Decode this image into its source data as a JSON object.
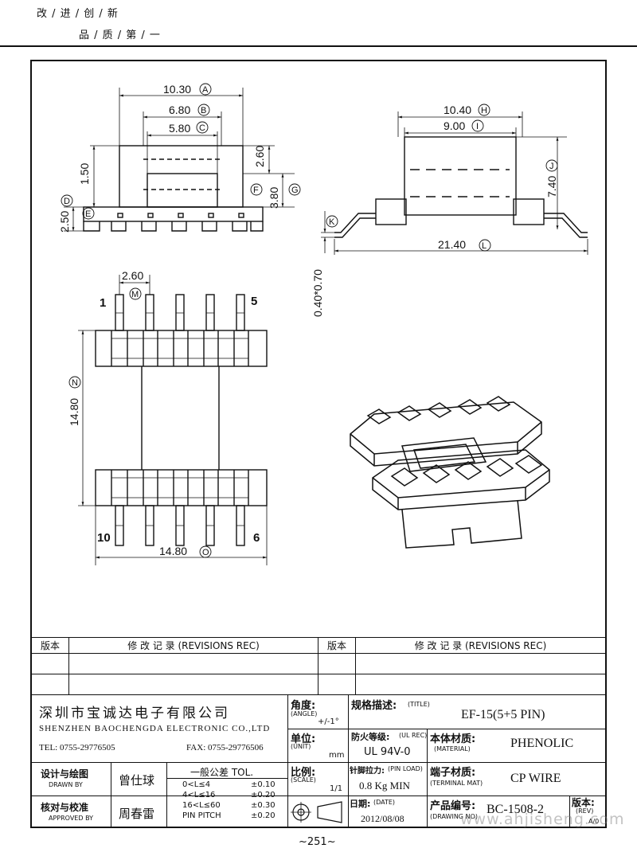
{
  "header": {
    "slogan_line1": "改 / 进 / 创 / 新",
    "slogan_line2": "品 / 质 / 第 / 一"
  },
  "dims": {
    "A": "10.30",
    "B": "6.80",
    "C": "5.80",
    "D": "1.50",
    "E": "2.50",
    "F": "2.60",
    "G": "3.80",
    "H": "10.40",
    "I": "9.00",
    "J": "7.40",
    "K": "0.40*0.70",
    "L": "21.40",
    "M": "2.60",
    "N": "14.80",
    "O": "14.80"
  },
  "dim_letters": {
    "A": "A",
    "B": "B",
    "C": "C",
    "D": "D",
    "E": "E",
    "F": "F",
    "G": "G",
    "H": "H",
    "I": "I",
    "J": "J",
    "K": "K",
    "L": "L",
    "M": "M",
    "N": "N",
    "O": "O"
  },
  "pins": {
    "p1": "1",
    "p5": "5",
    "p10": "10",
    "p6": "6"
  },
  "revisions": {
    "col_version": "版本",
    "col_record": "修 改 记 录 (REVISIONS REC)"
  },
  "company": {
    "name_cn": "深圳市宝诚达电子有限公司",
    "name_en": "SHENZHEN BAOCHENGDA ELECTRONIC CO.,LTD",
    "tel": "TEL: 0755-29776505",
    "fax": "FAX: 0755-29776506"
  },
  "angle": {
    "label_cn": "角度:",
    "label_en": "(ANGLE)",
    "value": "+/-1°"
  },
  "unit": {
    "label_cn": "单位:",
    "label_en": "(UNIT)",
    "value": "mm"
  },
  "scale": {
    "label_cn": "比例:",
    "label_en": "(SCALE)",
    "value": "1/1"
  },
  "title": {
    "label_cn": "规格描述:",
    "label_en": "(TITLE)",
    "value": "EF-15(5+5 PIN)"
  },
  "ul": {
    "label_cn": "防火等级:",
    "label_en": "(UL REC)",
    "value": "UL 94V-0"
  },
  "material": {
    "label_cn": "本体材质:",
    "label_en": "(MATERIAL)",
    "value": "PHENOLIC"
  },
  "pin_load": {
    "label_cn": "针脚拉力:",
    "label_en": "(PIN LOAD)",
    "value": "0.8 Kg MIN"
  },
  "terminal": {
    "label_cn": "端子材质:",
    "label_en": "(TERMINAL MAT)",
    "value": "CP WIRE"
  },
  "date": {
    "label_cn": "日期:",
    "label_en": "(DATE)",
    "value": "2012/08/08"
  },
  "drawing_no": {
    "label_cn": "产品编号:",
    "label_en": "(DRAWING NO)",
    "value": "BC-1508-2"
  },
  "rev": {
    "label_cn": "版本:",
    "label_en": "(REV)",
    "value": "A/0"
  },
  "drawn": {
    "label_cn": "设计与绘图",
    "label_en": "DRAWN BY",
    "name": "曾仕球"
  },
  "approved": {
    "label_cn": "核对与校准",
    "label_en": "APPROVED BY",
    "name": "周春雷"
  },
  "tolerance": {
    "title": "一般公差 TOL.",
    "rows": [
      [
        "0<L≤4",
        "±0.10"
      ],
      [
        "4<L≤16",
        "±0.20"
      ],
      [
        "16<L≤60",
        "±0.30"
      ],
      [
        "PIN PITCH",
        "±0.20"
      ]
    ]
  },
  "watermark": "www.ahjisheng.com",
  "page_number": "~251~"
}
